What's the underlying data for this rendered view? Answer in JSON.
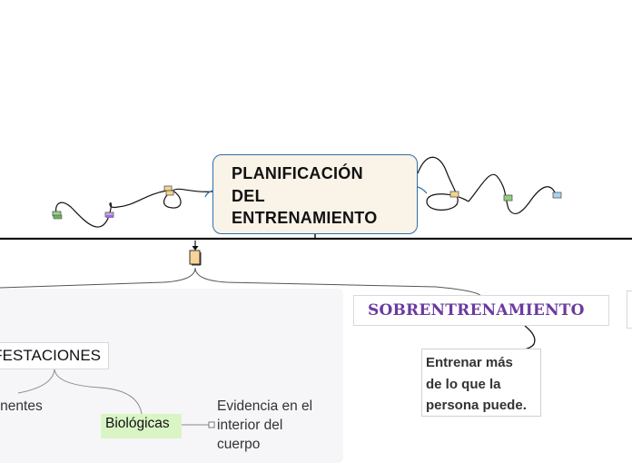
{
  "central_topic": {
    "label": "PLANIFICACIÓN\nDEL\nENTRENAMIENTO",
    "border_color": "#2f6fa8",
    "fill_color": "#f9f3e8"
  },
  "topics": {
    "sobrentrenamiento": {
      "label": "SOBRENTRENAMIENTO",
      "color": "#6b3aa0"
    },
    "manifestaciones": {
      "label": "FESTACIONES"
    }
  },
  "subtopics": {
    "entrenar": {
      "label": "Entrenar más\nde lo que la\npersona puede."
    },
    "biologicas": {
      "label": "Biológicas",
      "fill_color": "#d9f5c5"
    },
    "evidencia": {
      "label": "Evidencia  en el\ninterior del\ncuerpo"
    },
    "componentes": {
      "label": "mponentes\nrnos"
    }
  },
  "icons": [
    "note-icon",
    "floating-topic-icon"
  ]
}
